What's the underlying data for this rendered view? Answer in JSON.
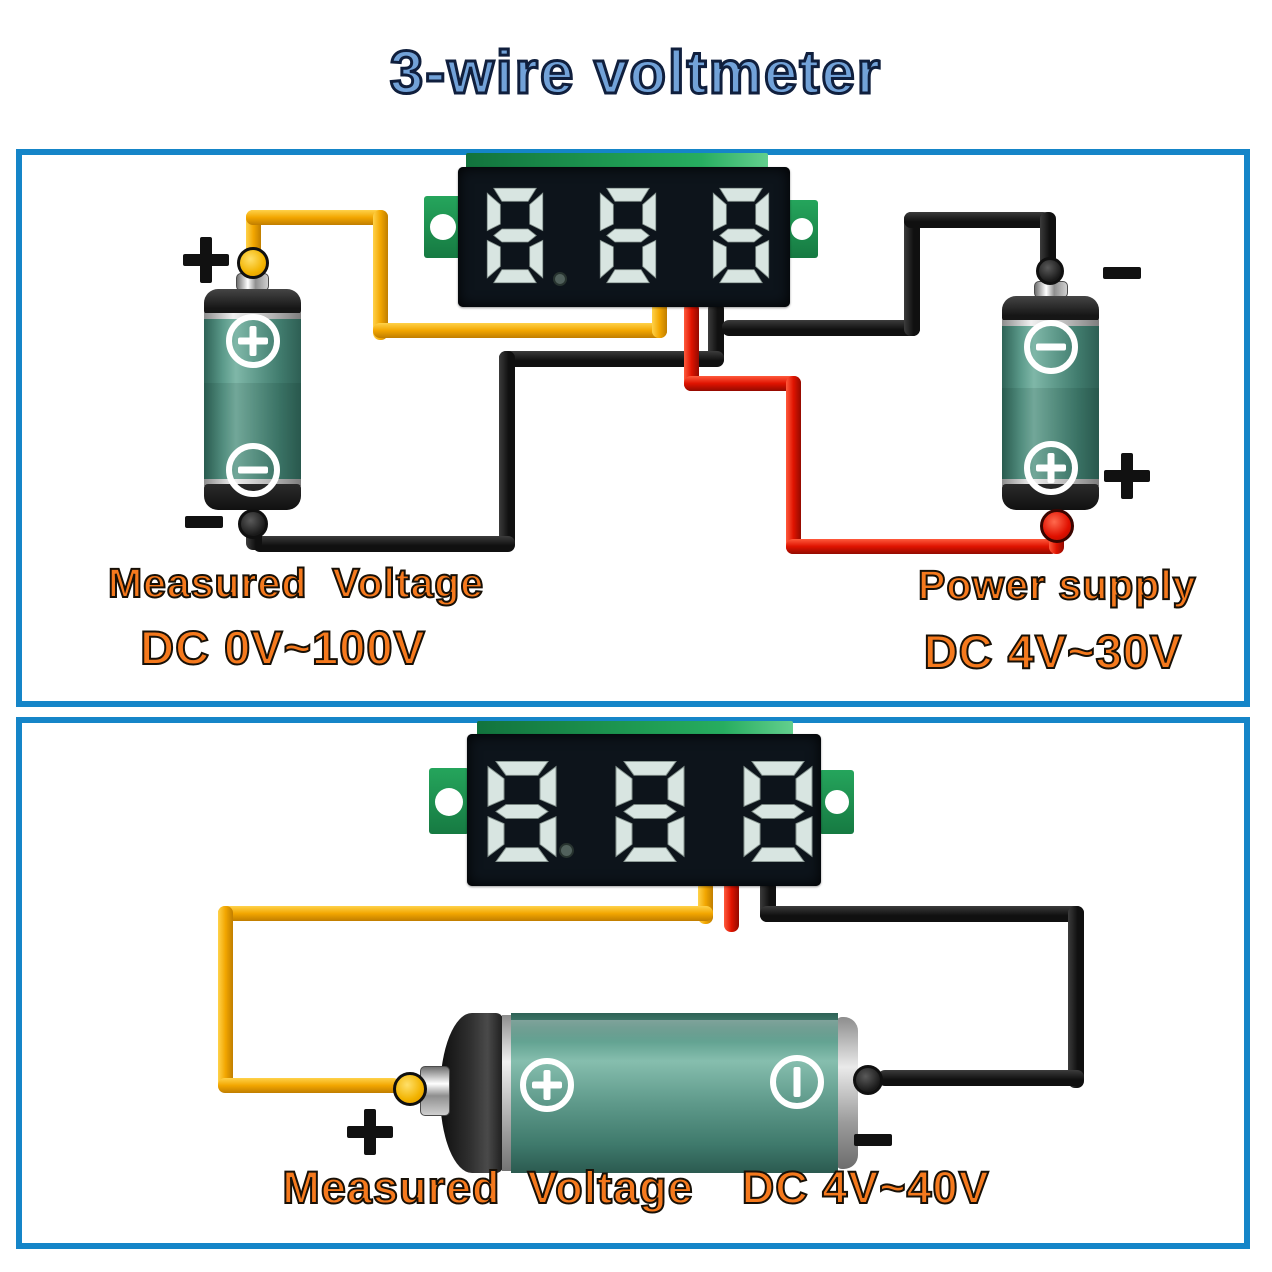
{
  "title": "3-wire voltmeter",
  "colors": {
    "panel_border": "#1585c8",
    "title_blue": "#72a2d8",
    "label_orange": "#f5791d",
    "wire_yellow": "#f2a600",
    "wire_red": "#df1300",
    "wire_black": "#141414",
    "pcb_green": "#1f9d54",
    "display_background": "#0d141b",
    "segment_color": "#d8e5e1",
    "battery_teal": "#5f9a8b"
  },
  "top_panel": {
    "voltmeter": {
      "display": "888"
    },
    "measured_battery": {
      "top_terminal": "+",
      "bottom_terminal": "−"
    },
    "power_battery": {
      "top_terminal": "−",
      "bottom_terminal": "+"
    },
    "measured_label": {
      "line1": "Measured  Voltage",
      "line2": "DC 0V~100V"
    },
    "power_label": {
      "line1": "Power supply",
      "line2": "DC 4V~30V"
    }
  },
  "bottom_panel": {
    "voltmeter": {
      "display": "888"
    },
    "battery": {
      "left_terminal": "+",
      "right_terminal": "−"
    },
    "label": {
      "name": "Measured  Voltage",
      "range": "DC 4V~40V"
    }
  }
}
